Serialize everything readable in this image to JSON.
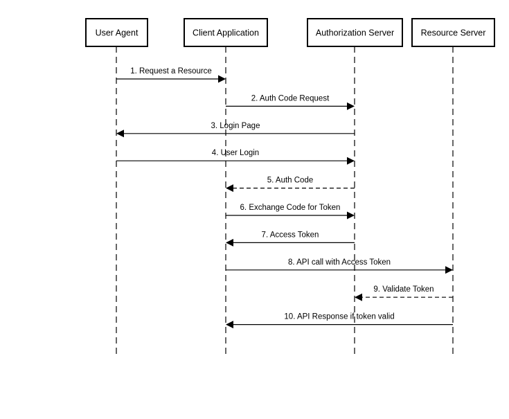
{
  "participants": [
    {
      "id": "ua",
      "label": "User Agent"
    },
    {
      "id": "client",
      "label": "Client Application"
    },
    {
      "id": "auth",
      "label": "Authorization Server"
    },
    {
      "id": "resource",
      "label": "Resource Server"
    }
  ],
  "messages": [
    {
      "label": "1. Request a Resource",
      "from": "ua",
      "to": "client",
      "style": "solid"
    },
    {
      "label": "2. Auth Code Request",
      "from": "client",
      "to": "auth",
      "style": "solid"
    },
    {
      "label": "3. Login Page",
      "from": "auth",
      "to": "ua",
      "style": "solid"
    },
    {
      "label": "4. User Login",
      "from": "ua",
      "to": "auth",
      "style": "solid"
    },
    {
      "label": "5. Auth Code",
      "from": "auth",
      "to": "client",
      "style": "dashed"
    },
    {
      "label": "6. Exchange Code for Token",
      "from": "client",
      "to": "auth",
      "style": "solid"
    },
    {
      "label": "7. Access Token",
      "from": "auth",
      "to": "client",
      "style": "solid"
    },
    {
      "label": "8. API call with Access Token",
      "from": "client",
      "to": "resource",
      "style": "solid"
    },
    {
      "label": "9. Validate Token",
      "from": "resource",
      "to": "auth",
      "style": "dashed"
    },
    {
      "label": "10. API Response if token valid",
      "from": "resource",
      "to": "client",
      "style": "solid"
    }
  ]
}
